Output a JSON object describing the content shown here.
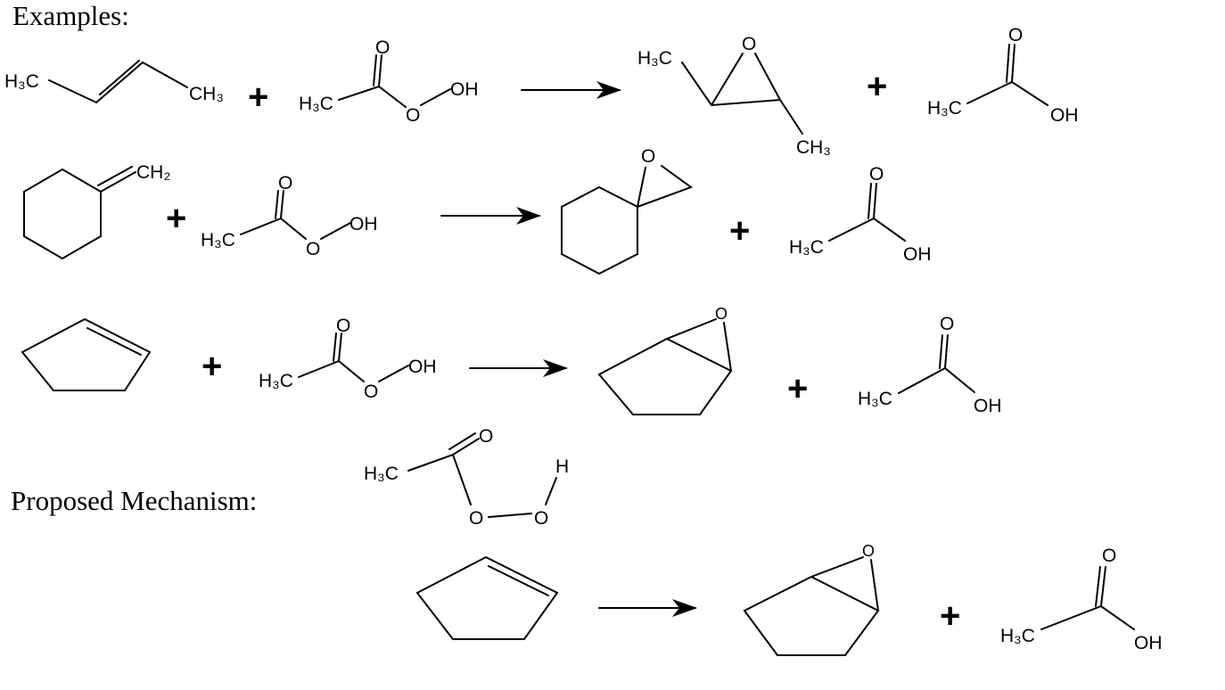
{
  "headings": {
    "examples": "Examples:",
    "mechanism": "Proposed Mechanism:"
  },
  "atoms": {
    "h3c": "H₃C",
    "ch3": "CH₃",
    "ch2": "CH₂",
    "o": "O",
    "oh": "OH",
    "h": "H"
  },
  "symbols": {
    "plus": "+"
  },
  "colors": {
    "ink": "#000000",
    "background": "#ffffff"
  }
}
